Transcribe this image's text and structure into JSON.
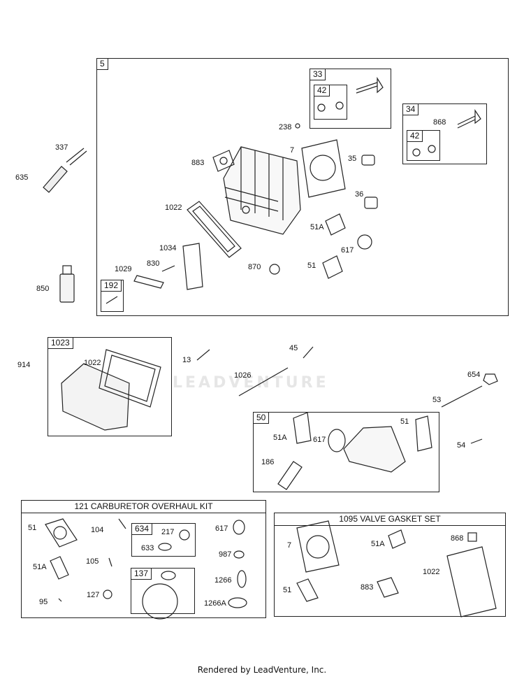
{
  "watermark": "LEADVENTURE",
  "footer": "Rendered by LeadVenture, Inc.",
  "groups": {
    "g5": "5",
    "g33": "33",
    "g42a": "42",
    "g34": "34",
    "g42b": "42",
    "g192": "192",
    "g1023": "1023",
    "g50": "50",
    "g634": "634",
    "g137": "137"
  },
  "kits": {
    "carb": "121 CARBURETOR OVERHAUL KIT",
    "valve": "1095 VALVE GASKET SET"
  },
  "parts": {
    "p337": "337",
    "p635": "635",
    "p850": "850",
    "p238": "238",
    "p7": "7",
    "p883": "883",
    "p35": "35",
    "p868": "868",
    "p36": "36",
    "p1022": "1022",
    "p51A": "51A",
    "p617": "617",
    "p1034": "1034",
    "p830": "830",
    "p1029": "1029",
    "p870": "870",
    "p51": "51",
    "p914": "914",
    "p1022b": "1022",
    "p13": "13",
    "p45": "45",
    "p1026": "1026",
    "p654": "654",
    "p53": "53",
    "p54": "54",
    "p51Ab": "51A",
    "p617b": "617",
    "p51b": "51",
    "p186": "186",
    "c51": "51",
    "c104": "104",
    "c217": "217",
    "c633": "633",
    "c617": "617",
    "c987": "987",
    "c51A": "51A",
    "c105": "105",
    "c1266": "1266",
    "c95": "95",
    "c127": "127",
    "c1266A": "1266A",
    "v7": "7",
    "v51A": "51A",
    "v868": "868",
    "v1022": "1022",
    "v51": "51",
    "v883": "883"
  }
}
